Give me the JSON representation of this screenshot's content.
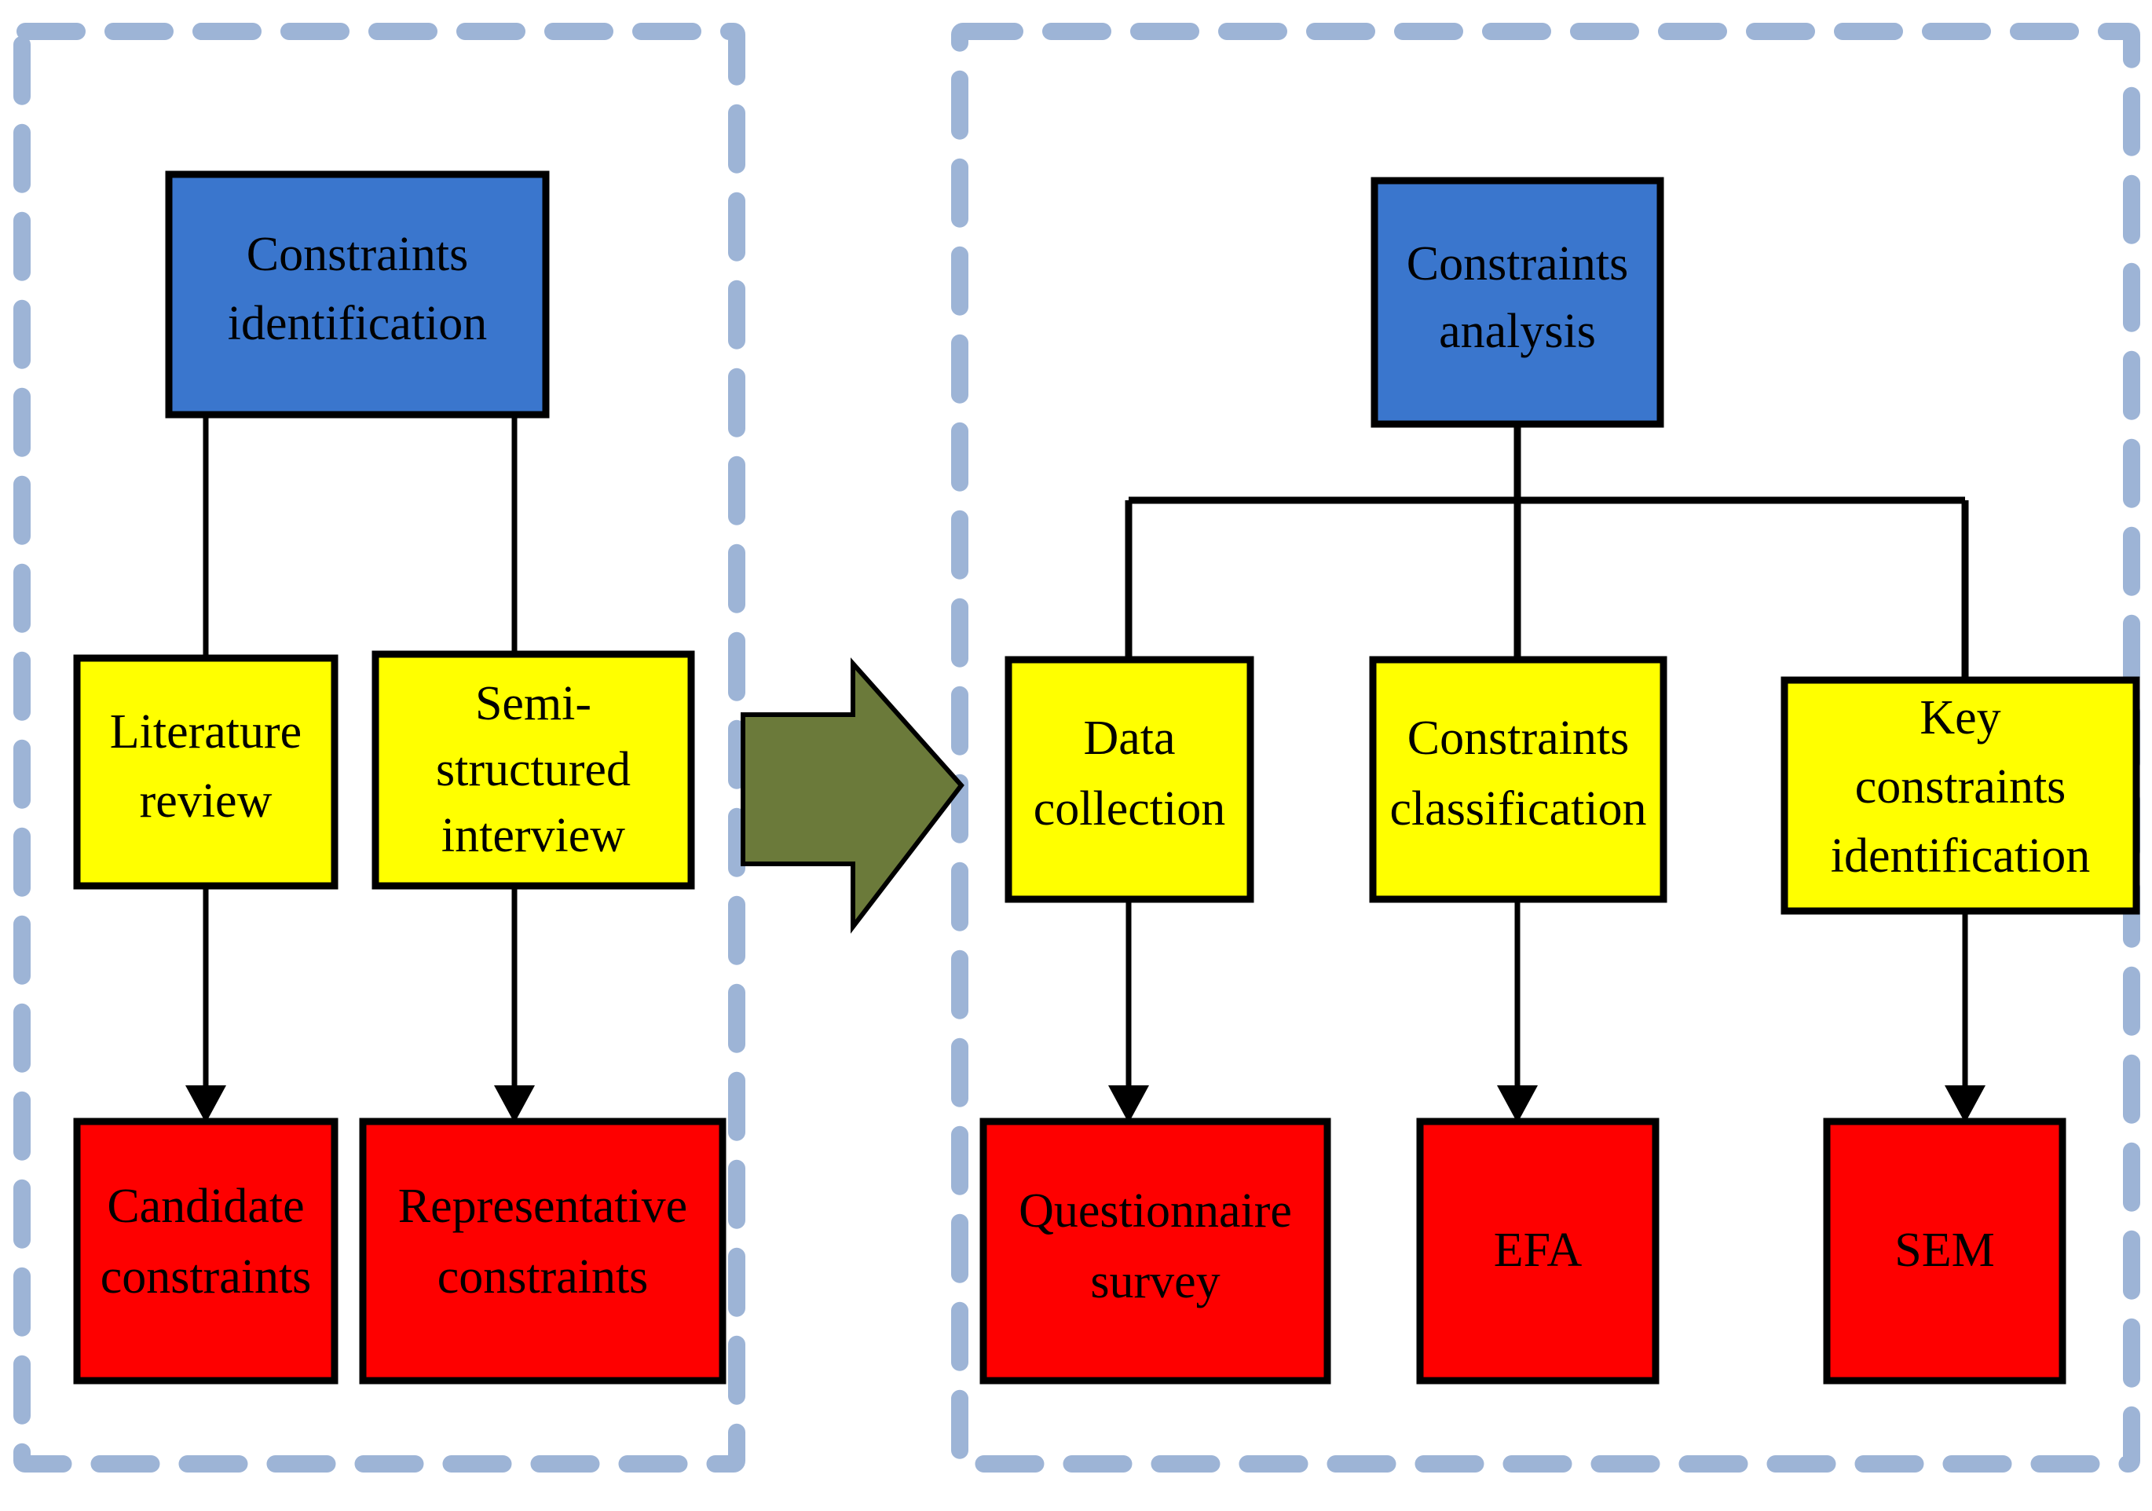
{
  "diagram": {
    "title": "Research framework flowchart",
    "colors": {
      "blue": "#3a76cd",
      "yellow": "#ffff00",
      "red": "#fe0000",
      "group_border": "#9db4d6",
      "stage_arrow": "#6b7a3a",
      "connector": "#000000"
    },
    "groups": [
      {
        "id": "group-left",
        "name": "constraints-identification-stage"
      },
      {
        "id": "group-right",
        "name": "constraints-analysis-stage"
      }
    ],
    "stage_arrow": {
      "name": "stage-transition-arrow",
      "direction": "right"
    },
    "nodes": {
      "left_header": {
        "line1": "Constraints",
        "line2": "identification"
      },
      "left_mid_1": {
        "line1": "Literature",
        "line2": "review"
      },
      "left_mid_2": {
        "line1": "Semi-",
        "line2": "structured",
        "line3": "interview"
      },
      "left_bottom_1": {
        "line1": "Candidate",
        "line2": "constraints"
      },
      "left_bottom_2": {
        "line1": "Representative",
        "line2": "constraints"
      },
      "right_header": {
        "line1": "Constraints",
        "line2": "analysis"
      },
      "right_mid_1": {
        "line1": "Data",
        "line2": "collection"
      },
      "right_mid_2": {
        "line1": "Constraints",
        "line2": "classification"
      },
      "right_mid_3": {
        "line1": "Key",
        "line2": "constraints",
        "line3": "identification"
      },
      "right_bottom_1": {
        "line1": "Questionnaire",
        "line2": "survey"
      },
      "right_bottom_2": {
        "line1": "EFA"
      },
      "right_bottom_3": {
        "line1": "SEM"
      }
    }
  }
}
